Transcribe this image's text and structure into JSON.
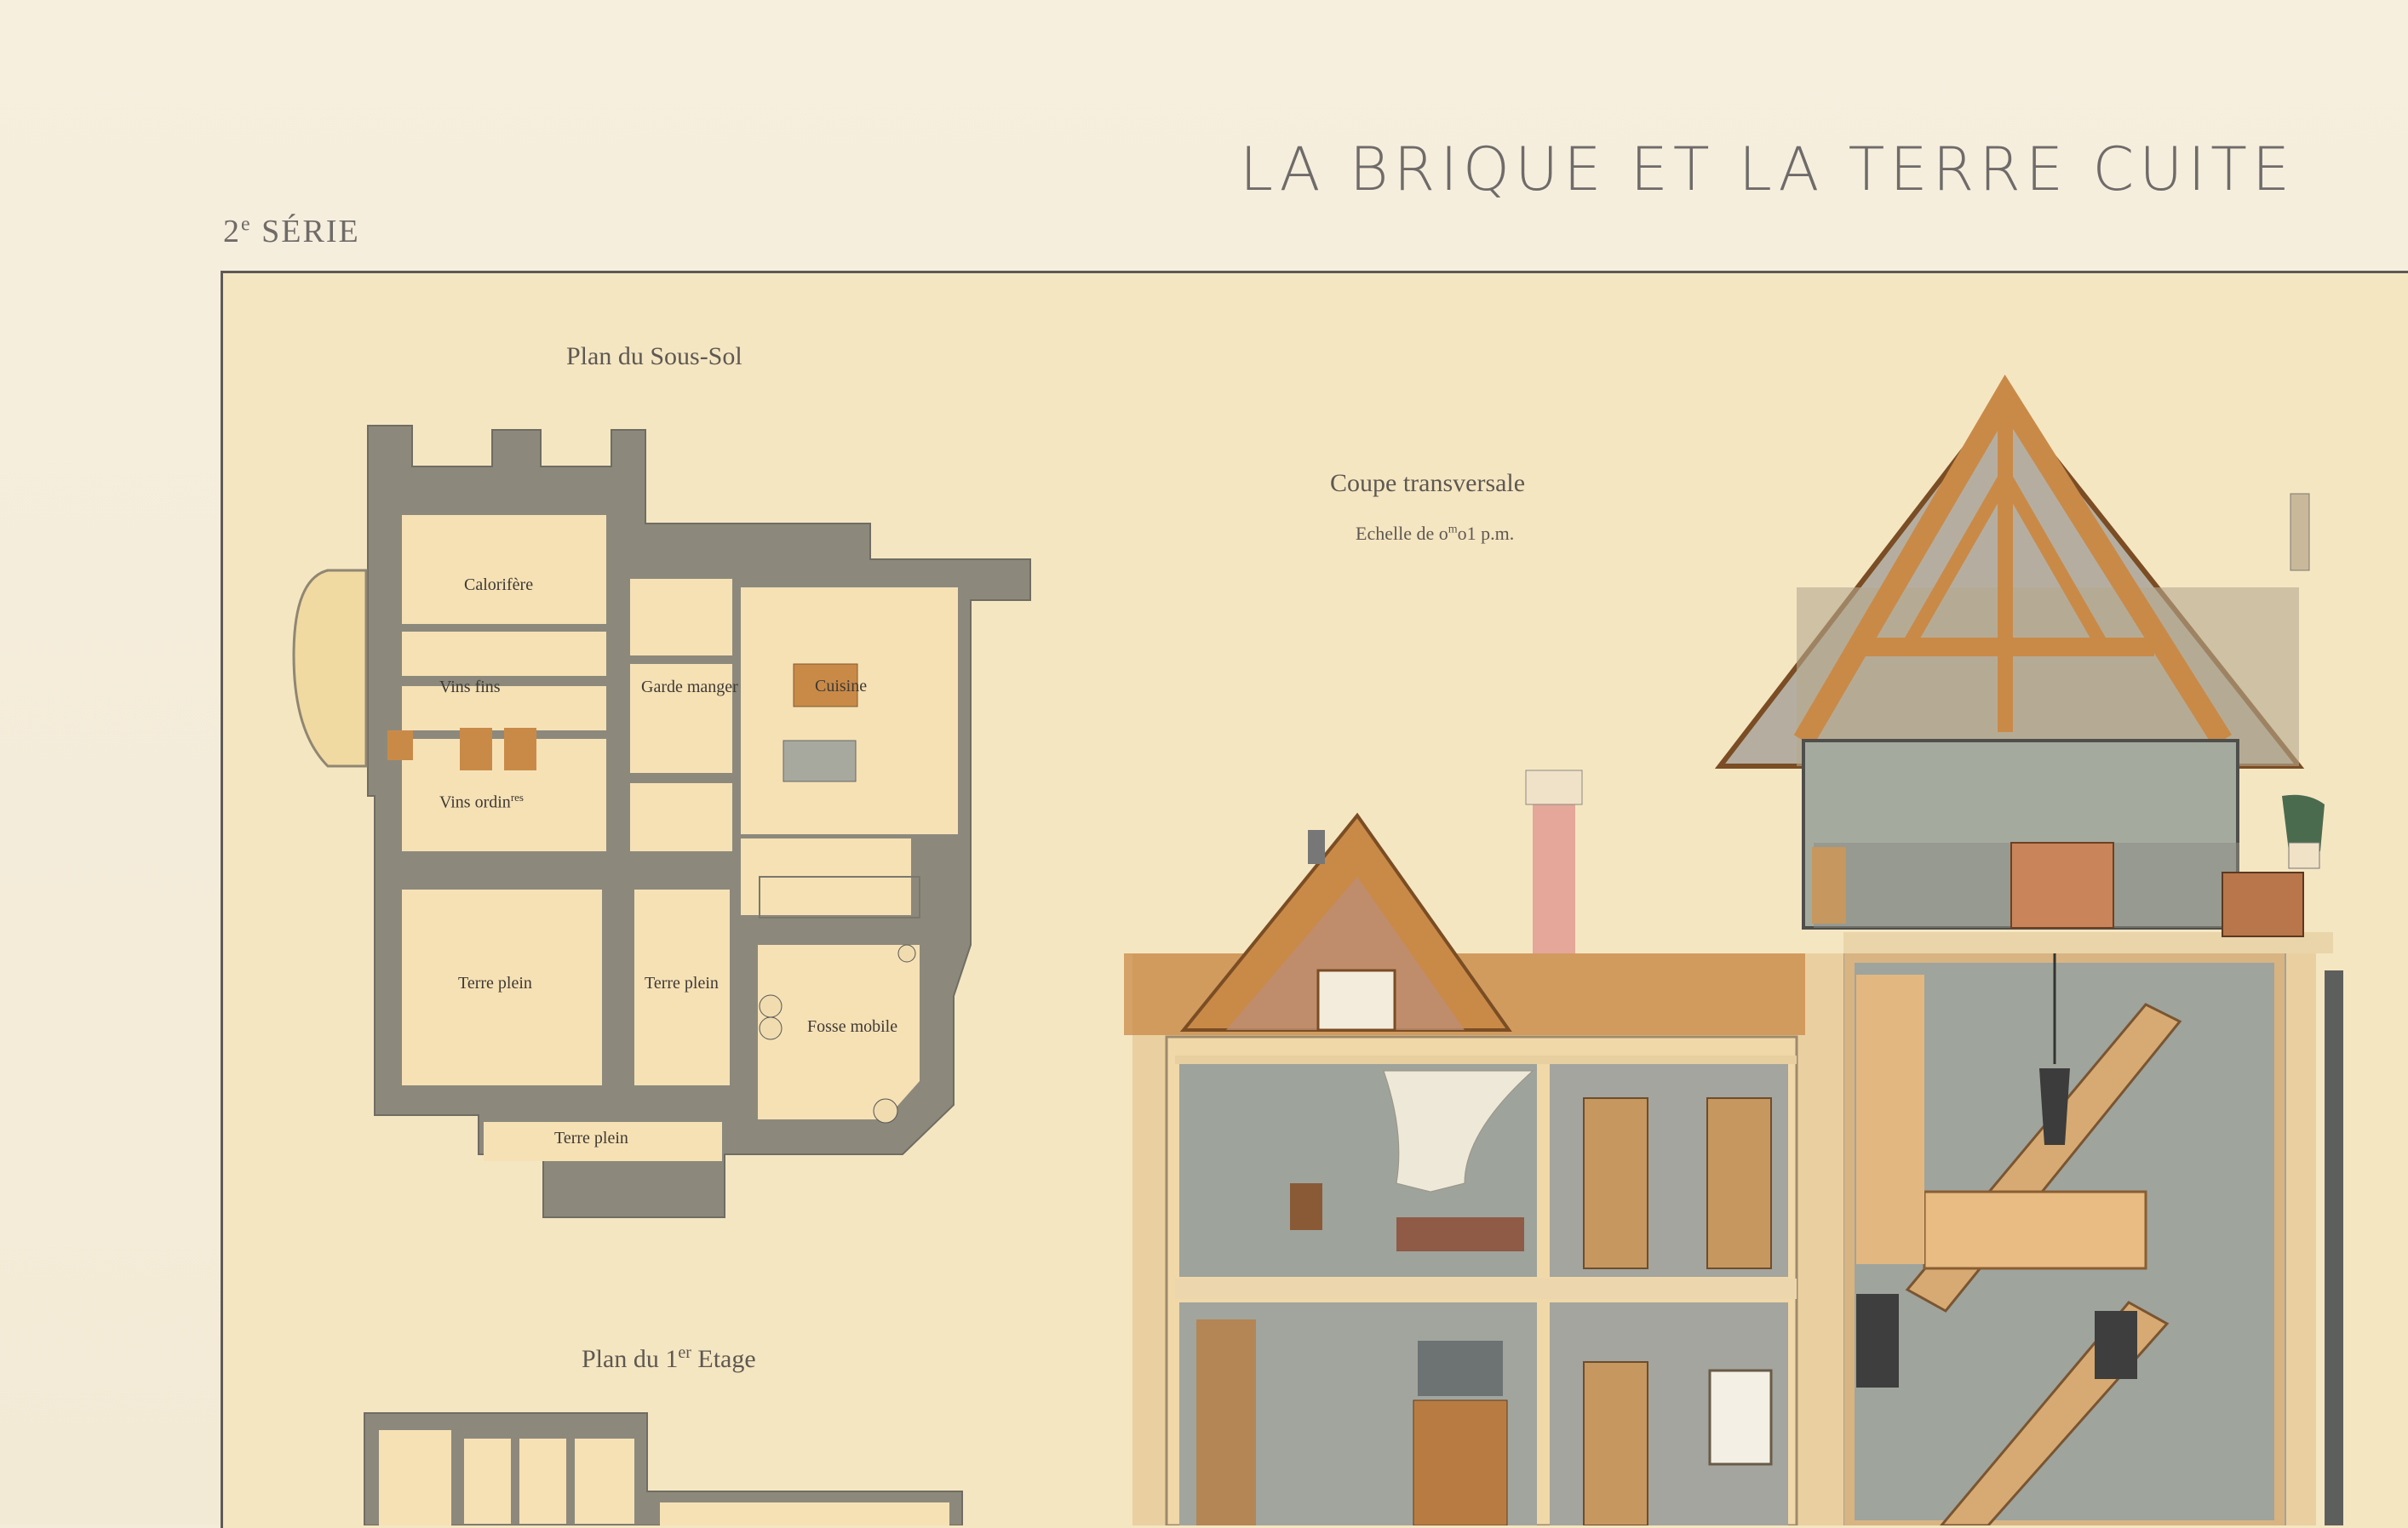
{
  "header": {
    "series": "2",
    "series_sup": "e",
    "series_suffix": " SÉRIE",
    "title": "LA BRIQUE ET LA TERRE CUITE"
  },
  "plans": {
    "basement_title": "Plan du Sous-Sol",
    "first_floor_title_prefix": "Plan du 1",
    "first_floor_title_sup": "er",
    "first_floor_title_suffix": " Etage",
    "rooms": {
      "calorifere": "Calorifère",
      "vins_fins": "Vins fins",
      "garde_manger": "Garde manger",
      "cuisine": "Cuisine",
      "vins_ordinaires": "Vins ordin",
      "vins_ordinaires_sup": "res",
      "terre_plein_1": "Terre plein",
      "terre_plein_2": "Terre plein",
      "fosse_mobile": "Fosse mobile",
      "terre_plein_3": "Terre plein"
    }
  },
  "section": {
    "title": "Coupe transversale",
    "scale_prefix": "Echelle de  o",
    "scale_sup": "m",
    "scale_suffix": "o1 p.m."
  },
  "colors": {
    "paper": "#f4ecd9",
    "plate": "#f5e6c2",
    "wall_gray": "#8d8a7d",
    "timber": "#c98a48",
    "room_fill": "#f5dfb0",
    "interior_gray": "#9fa39a"
  }
}
